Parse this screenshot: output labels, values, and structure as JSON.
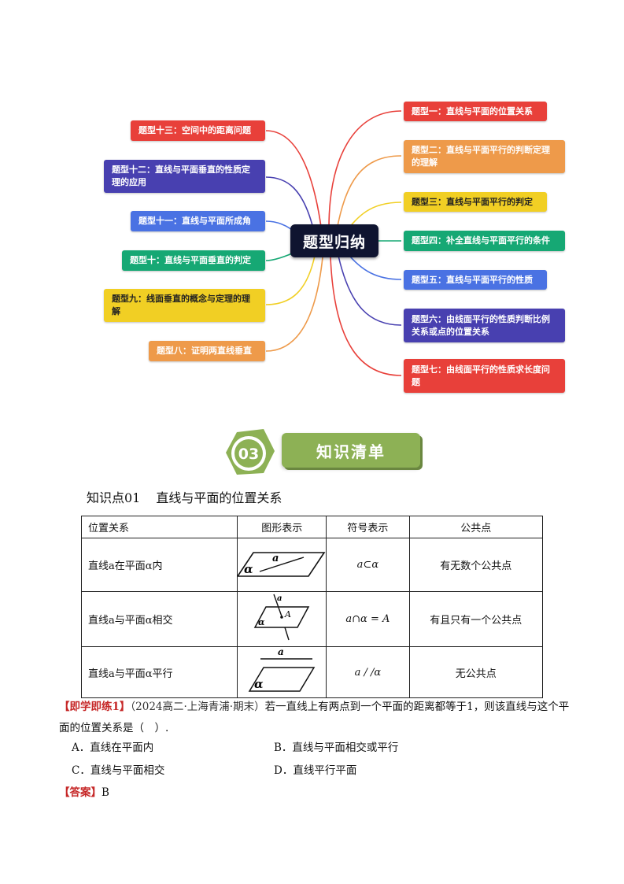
{
  "mindmap": {
    "center": "题型归纳",
    "topics": [
      {
        "id": "t1",
        "label": "题型一：直线与平面的位置关系",
        "color": "#e8403a"
      },
      {
        "id": "t2",
        "label": "题型二：直线与平面平行的判断定理的理解",
        "color": "#ee9a4a"
      },
      {
        "id": "t3",
        "label": "题型三：直线与平面平行的判定",
        "color": "#f1cf24"
      },
      {
        "id": "t4",
        "label": "题型四：补全直线与平面平行的条件",
        "color": "#16a874"
      },
      {
        "id": "t5",
        "label": "题型五：直线与平面平行的性质",
        "color": "#4a72e3"
      },
      {
        "id": "t6",
        "label": "题型六：由线面平行的性质判断比例关系或点的位置关系",
        "color": "#4840b0"
      },
      {
        "id": "t7",
        "label": "题型七：由线面平行的性质求长度问题",
        "color": "#e8403a"
      },
      {
        "id": "t8",
        "label": "题型八：证明两直线垂直",
        "color": "#ee9a4a"
      },
      {
        "id": "t9",
        "label": "题型九：线面垂直的概念与定理的理解",
        "color": "#f1cf24"
      },
      {
        "id": "t10",
        "label": "题型十：直线与平面垂直的判定",
        "color": "#16a874"
      },
      {
        "id": "t11",
        "label": "题型十一：直线与平面所成角",
        "color": "#4a72e3"
      },
      {
        "id": "t12",
        "label": "题型十二：直线与平面垂直的性质定理的应用",
        "color": "#4840b0"
      },
      {
        "id": "t13",
        "label": "题型十三：空间中的距离问题",
        "color": "#e8403a"
      }
    ]
  },
  "section": {
    "number": "03",
    "title": "知识清单",
    "badge_color": "#8db155"
  },
  "knowledge_point": {
    "label": "知识点01",
    "title": "直线与平面的位置关系"
  },
  "table": {
    "headers": [
      "位置关系",
      "图形表示",
      "符号表示",
      "公共点"
    ],
    "rows": [
      {
        "relation": "直线a在平面α内",
        "symbol": "a⊂α",
        "common": "有无数个公共点",
        "fig_labels": [
          "α",
          "a"
        ]
      },
      {
        "relation": "直线a与平面α相交",
        "symbol": "a∩α = A",
        "common": "有且只有一个公共点",
        "fig_labels": [
          "a",
          "A",
          "α"
        ]
      },
      {
        "relation": "直线a与平面α平行",
        "symbol": "a / /α",
        "common": "无公共点",
        "fig_labels": [
          "a",
          "α"
        ]
      }
    ]
  },
  "exercise": {
    "tag": "【即学即练1】",
    "source": "（2024高二·上海青浦·期末）",
    "question": "若一直线上有两点到一个平面的距离都等于1，则该直线与这个平面的位置关系是（　）.",
    "options": [
      {
        "key": "A",
        "text": "A．直线在平面内"
      },
      {
        "key": "B",
        "text": "B．直线与平面相交或平行"
      },
      {
        "key": "C",
        "text": "C．直线与平面相交"
      },
      {
        "key": "D",
        "text": "D．直线平行平面"
      }
    ],
    "answer_tag": "【答案】",
    "answer": "B"
  }
}
